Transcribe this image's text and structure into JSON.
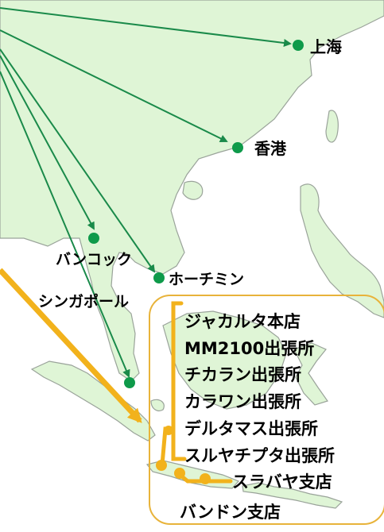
{
  "colors": {
    "land": "#dff5d6",
    "coast": "#9aa39a",
    "sea": "#ffffff",
    "green_route": "#1a8a4a",
    "city_dot": "#0e9a4a",
    "gold": "#f2b21c",
    "box_border": "#e8b33a"
  },
  "cities": {
    "shanghai": "上海",
    "hongkong": "香港",
    "bangkok": "バンコック",
    "hochiminh": "ホーチミン",
    "singapore": "シンガポール"
  },
  "indonesia_offices": [
    "ジャカルタ本店",
    "MM2100出張所",
    "チカラン出張所",
    "カラワン出張所",
    "デルタマス出張所",
    "スルヤチプタ出張所"
  ],
  "surabaya": "スラバヤ支店",
  "bandung": "バンドン支店"
}
